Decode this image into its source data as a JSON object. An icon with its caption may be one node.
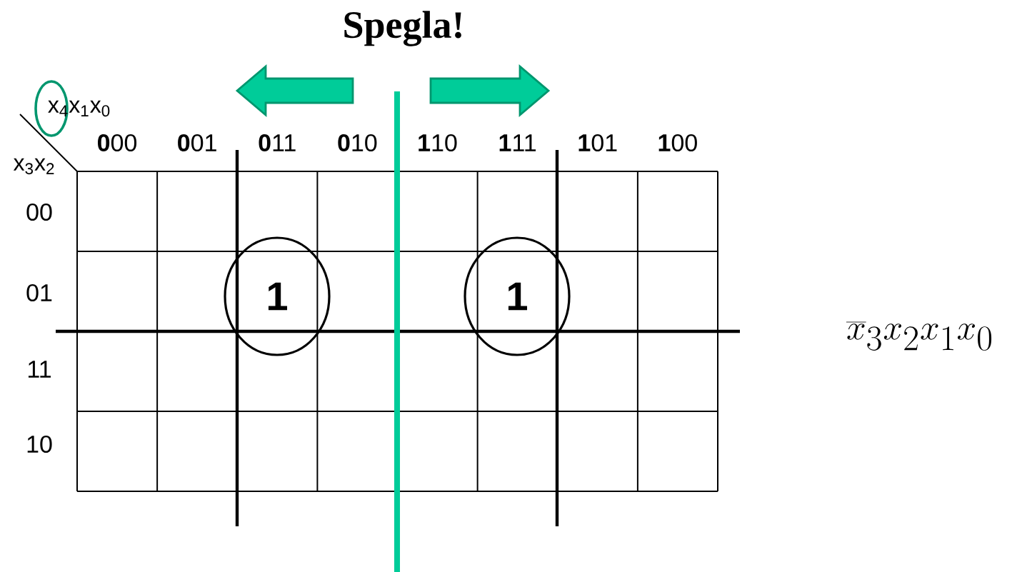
{
  "diagram": {
    "title": "Spegla!",
    "labels": [
      "x$_{4}$x$_{1}$x$_{0}$",
      "x$_{3}$x$_{2}$",
      "**0**00",
      "**0**01",
      "**0**11",
      "**0**10",
      "**1**10",
      "**1**11",
      "**1**01",
      "**1**00",
      "00",
      "01",
      "11",
      "10",
      "1",
      "1",
      "\\overline{x}_{3}x_{2}x_{1}x_{0}"
    ]
  }
}
